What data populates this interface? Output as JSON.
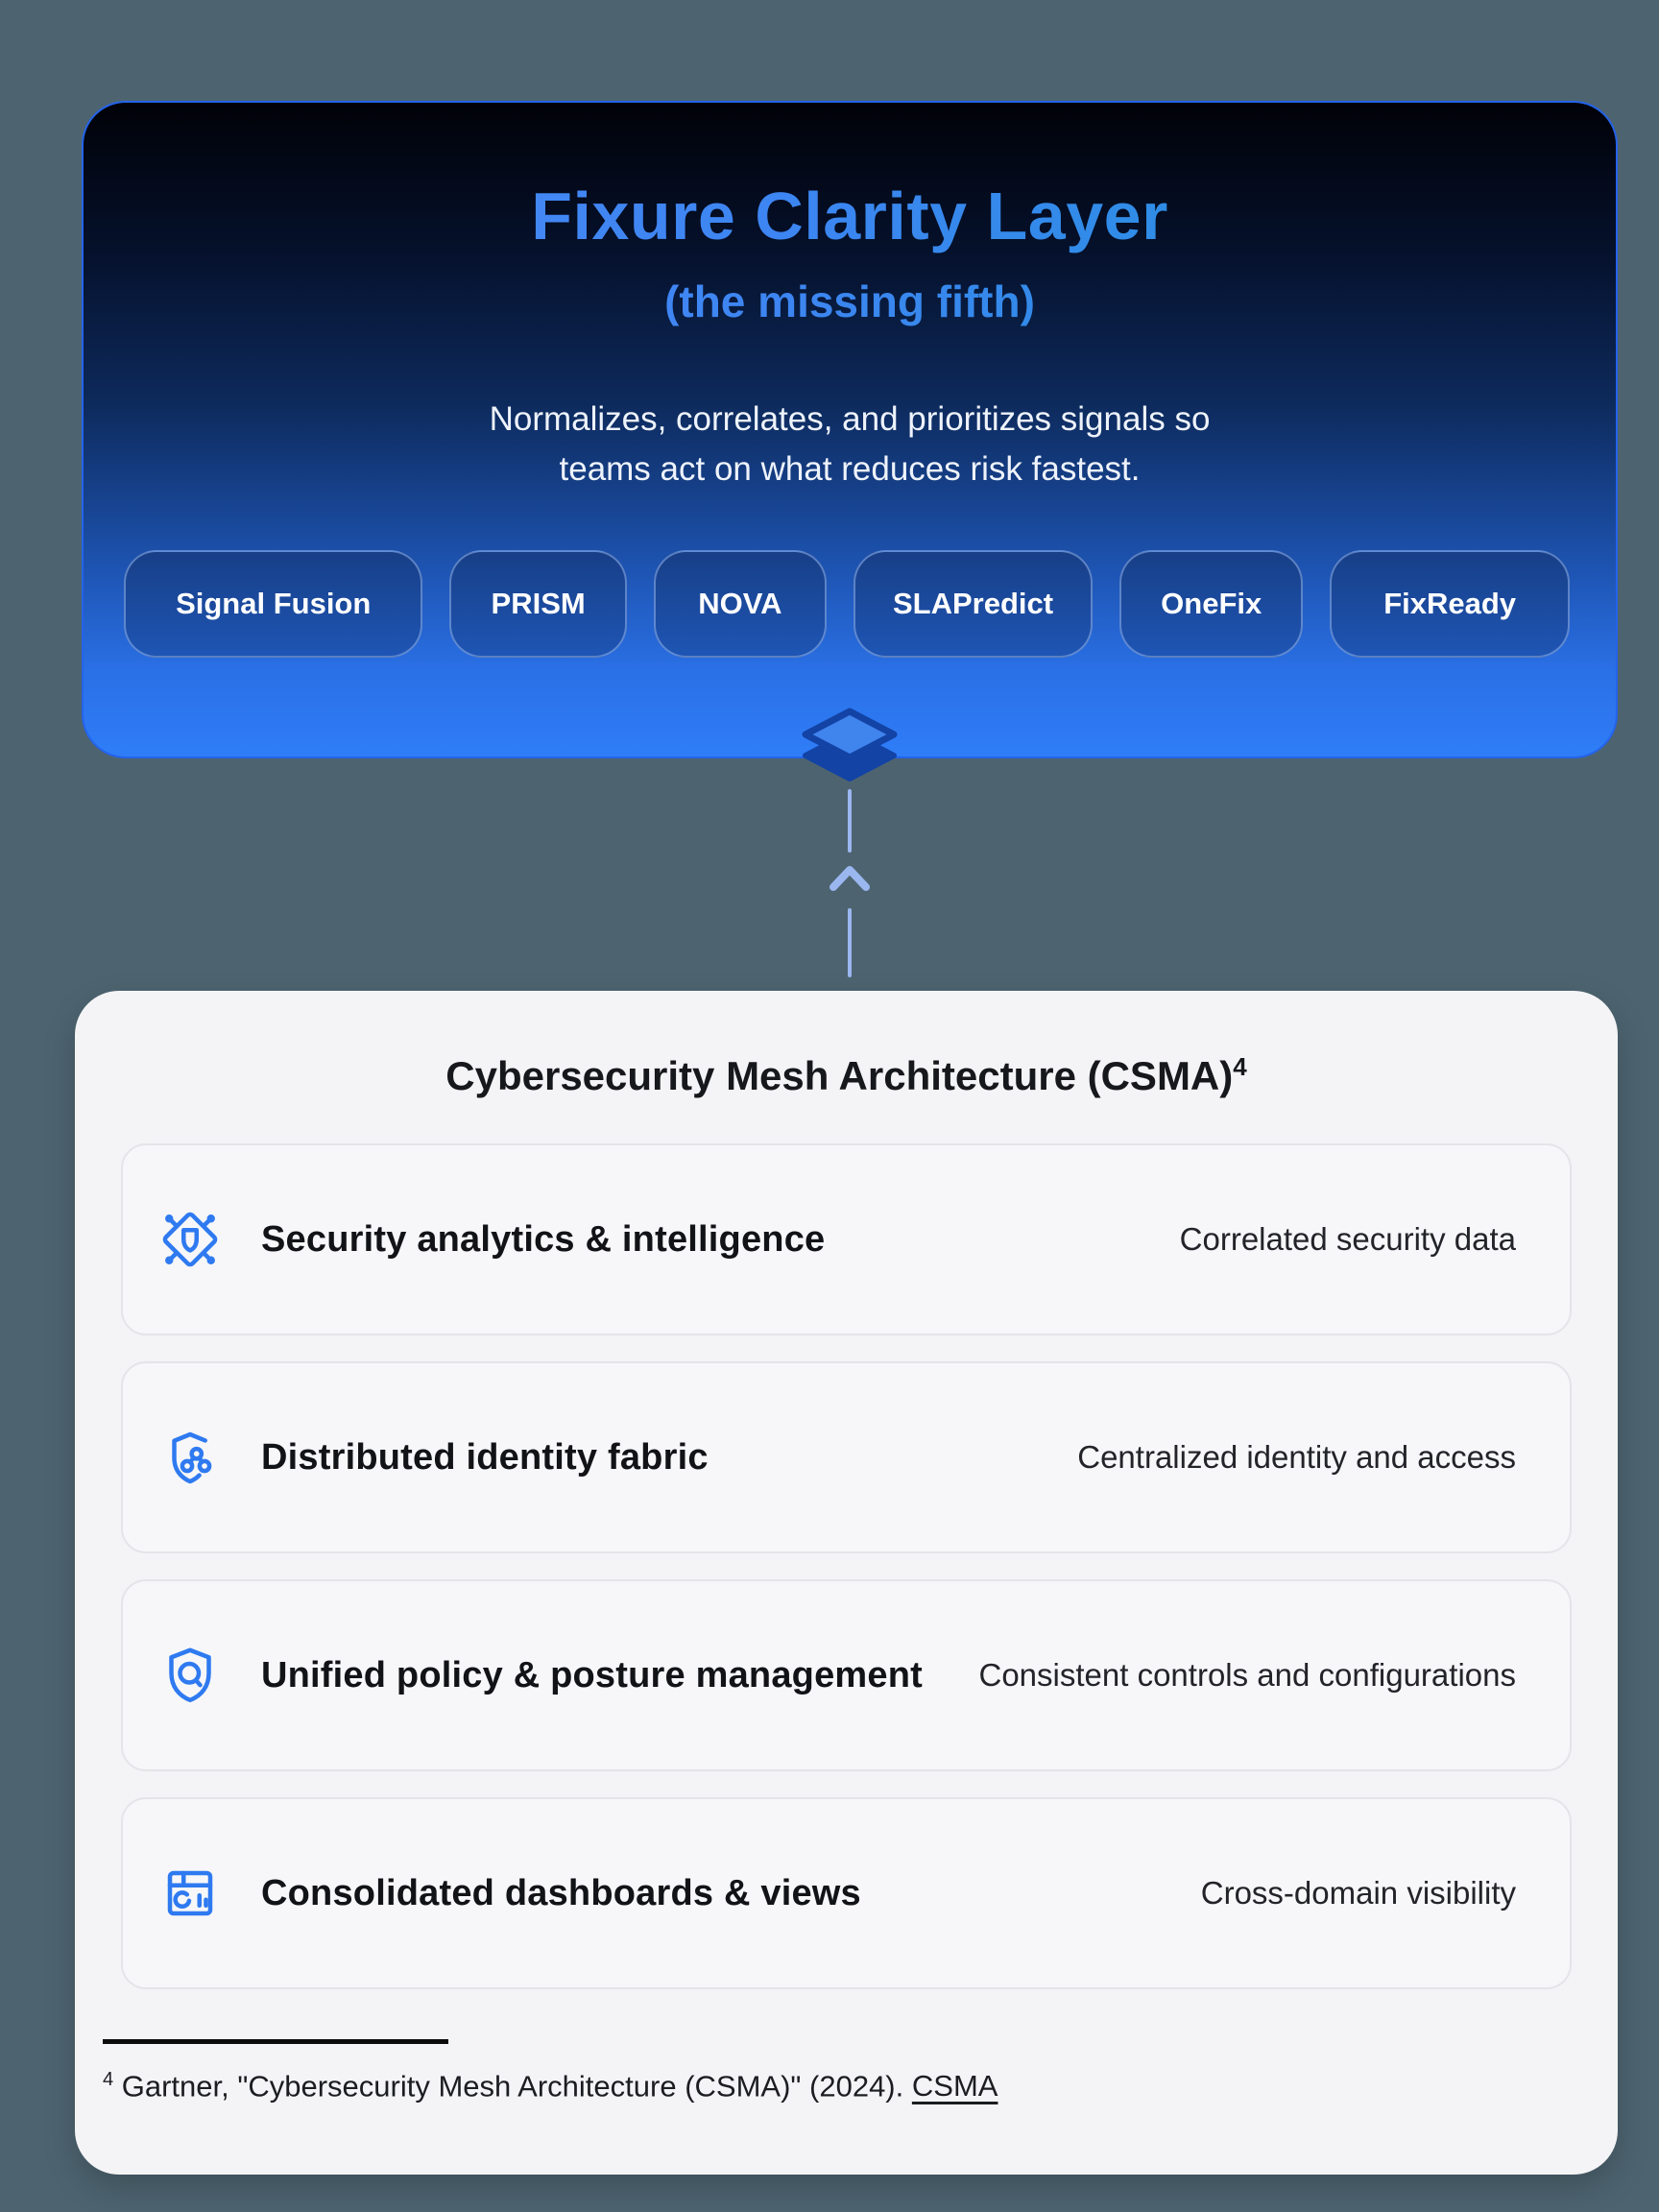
{
  "clarity_card": {
    "title": "Fixure Clarity Layer",
    "subtitle": "(the missing fifth)",
    "description_line1": "Normalizes, correlates, and prioritizes signals so",
    "description_line2": "teams act on what reduces risk fastest.",
    "pills": [
      "Signal Fusion",
      "PRISM",
      "NOVA",
      "SLAPredict",
      "OneFix",
      "FixReady"
    ]
  },
  "csma_card": {
    "title": "Cybersecurity Mesh Architecture (CSMA)",
    "title_superscript": "4",
    "rows": [
      {
        "icon": "diamond-shield-nodes-icon",
        "label": "Security analytics & intelligence",
        "value": "Correlated security data"
      },
      {
        "icon": "shield-network-icon",
        "label": "Distributed identity fabric",
        "value": "Centralized identity and access"
      },
      {
        "icon": "shield-search-icon",
        "label": "Unified policy & posture management",
        "value": "Consistent controls and configurations"
      },
      {
        "icon": "dashboard-chart-icon",
        "label": "Consolidated dashboards & views",
        "value": "Cross-domain visibility"
      }
    ],
    "footnote": {
      "superscript": "4",
      "text": "Gartner, \"Cybersecurity Mesh Architecture (CSMA)\" (2024).",
      "link_label": "CSMA"
    }
  },
  "colors": {
    "accent_blue": "#2F7AF0",
    "bright_blue": "#2F7DF8",
    "pill_navy": "#1B4A9F",
    "slate_background": "#4D6470",
    "card_background": "#F4F4F6"
  }
}
